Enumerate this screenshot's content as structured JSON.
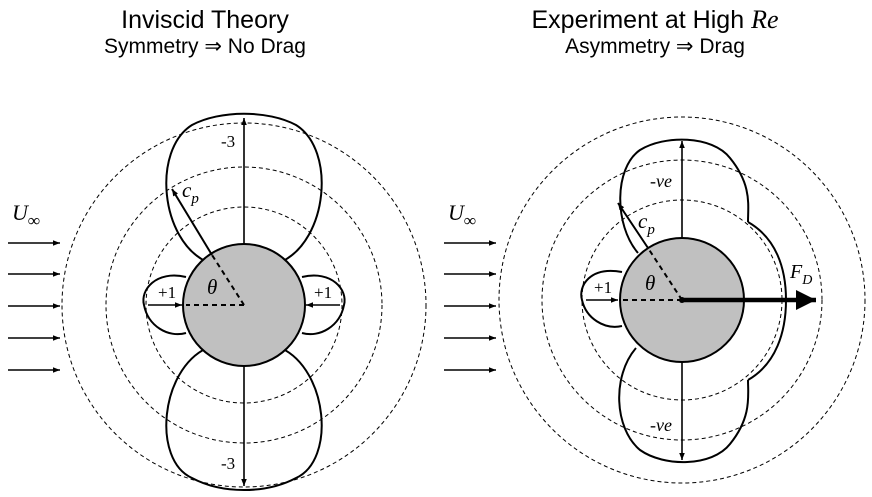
{
  "left_panel": {
    "title": "Inviscid Theory",
    "subtitle": "Symmetry ⇒ No Drag",
    "freestream_symbol": "U",
    "freestream_subscript": "∞",
    "cp_symbol": "c",
    "cp_subscript": "p",
    "theta_symbol": "θ",
    "top_value": "-3",
    "bottom_value": "-3",
    "left_value": "+1",
    "right_value": "+1"
  },
  "right_panel": {
    "title_prefix": "Experiment at High",
    "title_re": "Re",
    "subtitle": "Asymmetry ⇒ Drag",
    "freestream_symbol": "U",
    "freestream_subscript": "∞",
    "cp_symbol": "c",
    "cp_subscript": "p",
    "theta_symbol": "θ",
    "top_value": "-ve",
    "bottom_value": "-ve",
    "left_value": "+1",
    "drag_symbol": "F",
    "drag_subscript": "D"
  },
  "colors": {
    "cylinder_fill": "#c0c0c0",
    "line": "#000000"
  }
}
